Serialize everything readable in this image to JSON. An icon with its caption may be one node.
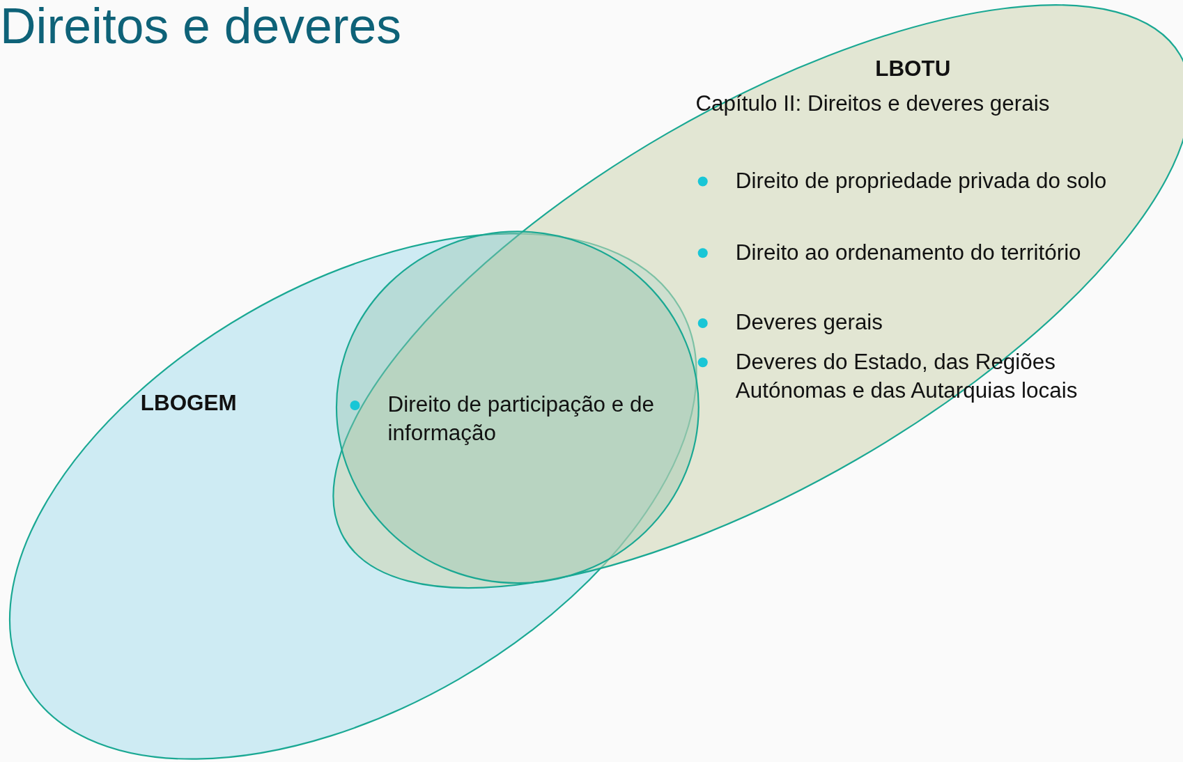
{
  "diagram": {
    "title": "Direitos e deveres",
    "nodes": [
      {
        "text": [
          "LBOTU",
          "Capítulo II: Direitos e deveres gerais",
          "Direito de propriedade privada do solo",
          "Direito ao ordenamento do território",
          "Deveres gerais",
          "Deveres do Estado, das Regiões Autónomas e das Autarquias locais"
        ]
      },
      {
        "text": [
          "LBOGEM"
        ]
      },
      {
        "text": [
          "Direito de participação e de informação"
        ]
      }
    ],
    "edges": []
  }
}
